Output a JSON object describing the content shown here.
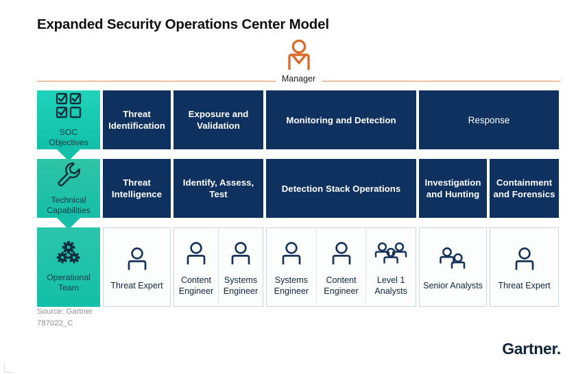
{
  "title": "Expanded Security Operations Center Model",
  "manager": {
    "label": "Manager",
    "icon": "manager-person-icon",
    "rule_color": "#D98B57"
  },
  "colors": {
    "navy": "#0E3160",
    "teal": "#16BFA8",
    "orange": "#D96B2B",
    "text_navy": "#10243C"
  },
  "markers": [
    {
      "label_line1": "SOC",
      "label_line2": "Objectives",
      "icon": "checklist-grid-icon"
    },
    {
      "label_line1": "Technical",
      "label_line2": "Capabilities",
      "icon": "wrench-icon"
    },
    {
      "label_line1": "Operational",
      "label_line2": "Team",
      "icon": "gears-icon"
    }
  ],
  "row1": [
    {
      "label": "Threat Identification",
      "bold": true
    },
    {
      "label": "Exposure and Validation",
      "bold": true
    },
    {
      "label": "Monitoring and Detection",
      "bold": true
    },
    {
      "label": "Response",
      "bold": false
    }
  ],
  "row2": [
    {
      "label": "Threat Intelligence"
    },
    {
      "label": "Identify, Assess, Test"
    },
    {
      "label": "Detection Stack Operations"
    },
    {
      "label": "Investigation and Hunting"
    },
    {
      "label": "Containment and Forensics"
    }
  ],
  "row3": [
    {
      "roles": [
        {
          "label": "Threat Expert",
          "icon": "single-person-icon"
        }
      ]
    },
    {
      "roles": [
        {
          "label": "Content Engineer",
          "icon": "single-person-icon"
        },
        {
          "label": "Systems Engineer",
          "icon": "single-person-icon"
        }
      ]
    },
    {
      "roles": [
        {
          "label": "Systems Engineer",
          "icon": "single-person-icon"
        },
        {
          "label": "Content Engineer",
          "icon": "single-person-icon"
        },
        {
          "label": "Level 1 Analysts",
          "icon": "three-people-icon"
        }
      ]
    },
    {
      "roles": [
        {
          "label": "Senior Analysts",
          "icon": "two-people-icon"
        }
      ]
    },
    {
      "roles": [
        {
          "label": "Threat Expert",
          "icon": "single-person-icon"
        }
      ]
    }
  ],
  "footer": {
    "source": "Source: Gartner",
    "code": "787022_C",
    "logo": "Gartner",
    "logo_dot": "."
  }
}
